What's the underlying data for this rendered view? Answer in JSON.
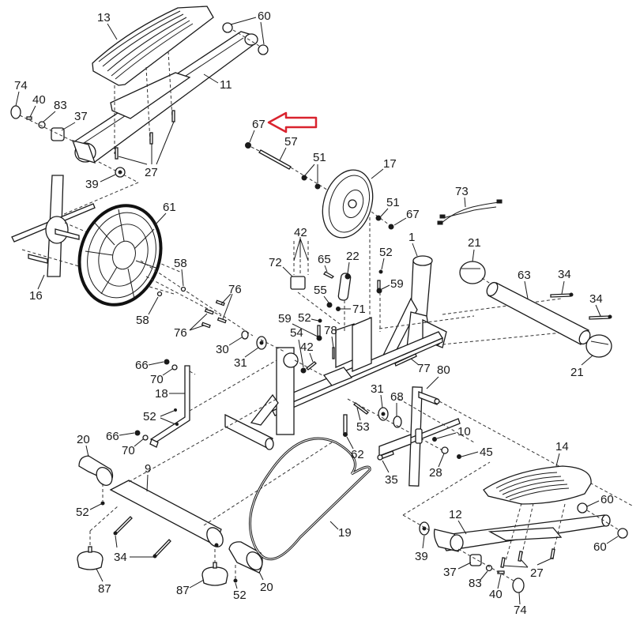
{
  "diagram": {
    "title": "Elliptical trainer exploded parts diagram",
    "highlight": {
      "part": "67",
      "indicator": "red-arrow",
      "color": "#d9232e"
    },
    "labels": {
      "p13": "13",
      "p60a": "60",
      "p11": "11",
      "p74a": "74",
      "p40a": "40",
      "p83a": "83",
      "p37a": "37",
      "p27a": "27",
      "p39a": "39",
      "p67a": "67",
      "p57": "57",
      "p51a": "51",
      "p17": "17",
      "p51b": "51",
      "p67b": "67",
      "p73": "73",
      "p61": "61",
      "p16": "16",
      "p42a": "42",
      "p72": "72",
      "p65": "65",
      "p22": "22",
      "p55": "55",
      "p71": "71",
      "p52a": "52",
      "p59a": "59",
      "p1": "1",
      "p21a": "21",
      "p63": "63",
      "p34a": "34",
      "p34b": "34",
      "p21b": "21",
      "p58a": "58",
      "p58b": "58",
      "p76a": "76",
      "p76b": "76",
      "p30": "30",
      "p31a": "31",
      "p59b": "59",
      "p52b": "52",
      "p54": "54",
      "p42b": "42",
      "p78": "78",
      "p77": "77",
      "p80": "80",
      "p66a": "66",
      "p70a": "70",
      "p18": "18",
      "p52c": "52",
      "p66b": "66",
      "p70b": "70",
      "p31b": "31",
      "p68": "68",
      "p53": "53",
      "p10": "10",
      "p62": "62",
      "p45": "45",
      "p28": "28",
      "p35": "35",
      "p20a": "20",
      "p9": "9",
      "p52d": "52",
      "p34c": "34",
      "p87a": "87",
      "p87b": "87",
      "p52e": "52",
      "p20b": "20",
      "p19": "19",
      "p14": "14",
      "p60b": "60",
      "p12": "12",
      "p60c": "60",
      "p39b": "39",
      "p37b": "37",
      "p27b": "27",
      "p83b": "83",
      "p40b": "40",
      "p74b": "74"
    }
  }
}
